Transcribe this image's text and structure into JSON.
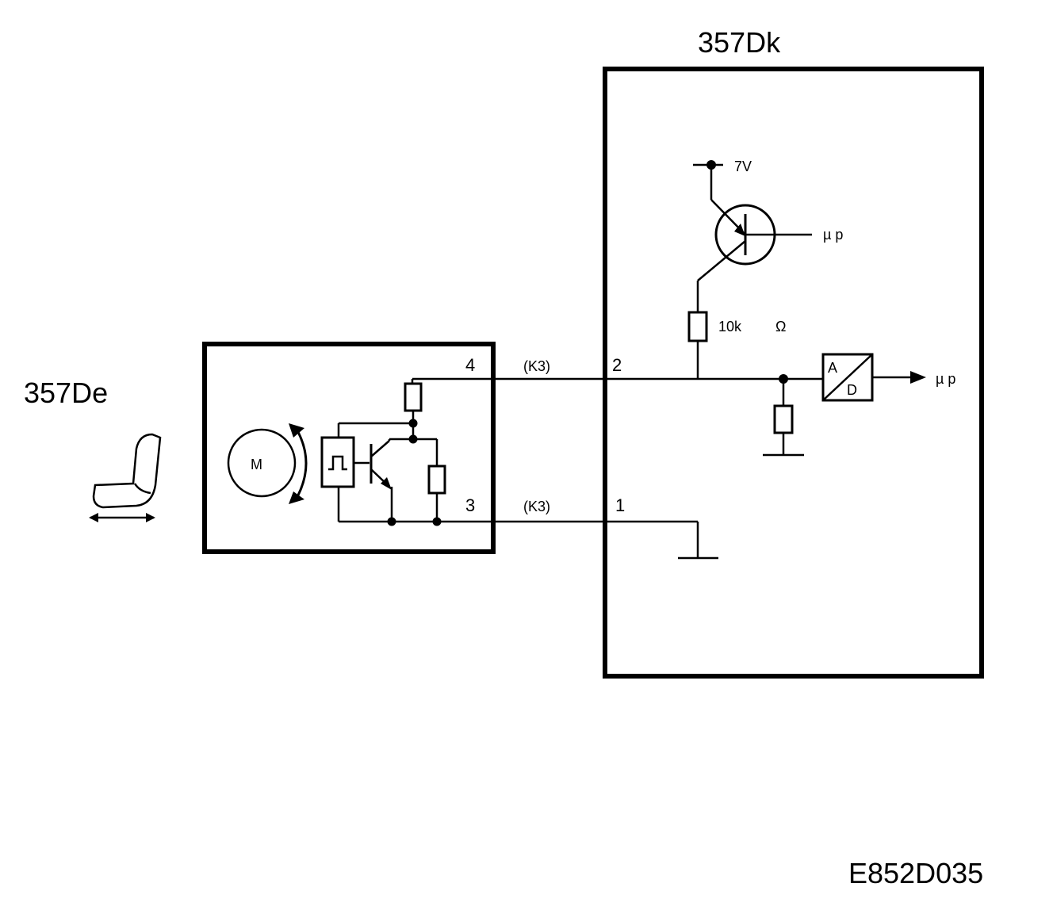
{
  "labels": {
    "component_left": "357De",
    "component_right": "357Dk",
    "figure_id": "E852D035",
    "motor": "M",
    "pin_4": "4",
    "pin_3": "3",
    "pin_2": "2",
    "pin_1": "1",
    "wire_top": "(K3)",
    "wire_bottom": "(K3)",
    "supply_voltage": "7V",
    "resistor_value": "10k",
    "ohm_symbol": "Ω",
    "mu_p_top": "µ p",
    "mu_p_right": "µ p",
    "adc_a": "A",
    "adc_d": "D"
  }
}
